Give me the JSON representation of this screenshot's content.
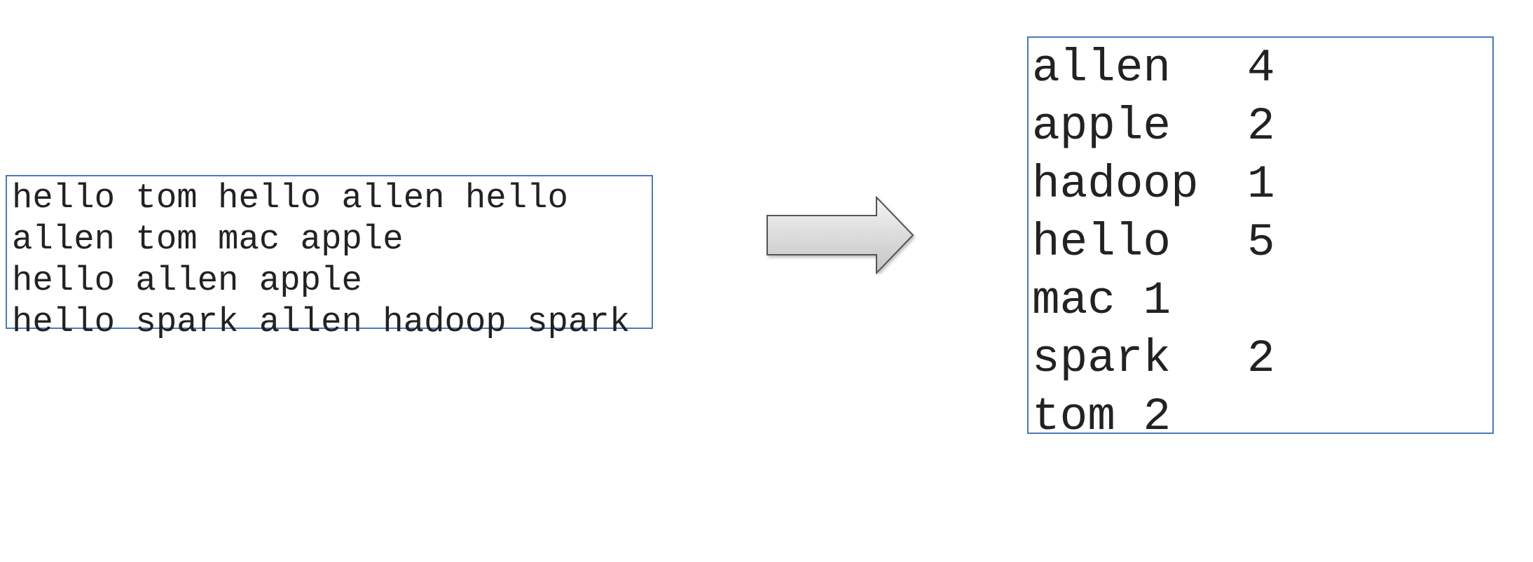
{
  "input_lines": [
    "hello tom hello allen hello",
    "allen tom mac apple",
    "hello allen apple",
    "hello spark allen hadoop spark"
  ],
  "output_rows": [
    {
      "word": "allen",
      "count": "4"
    },
    {
      "word": "apple",
      "count": "2"
    },
    {
      "word": "hadoop",
      "count": "1"
    },
    {
      "word": "hello",
      "count": "5"
    },
    {
      "word": "mac",
      "count": "1"
    },
    {
      "word": "spark",
      "count": "2"
    },
    {
      "word": "tom",
      "count": "2"
    }
  ],
  "colors": {
    "box_border": "#4a78c2",
    "text": "#222222",
    "arrow_fill_light": "#f4f4f4",
    "arrow_fill_dark": "#c4c4c4",
    "arrow_stroke": "#555555"
  },
  "icons": {
    "arrow": "right-arrow-icon"
  }
}
